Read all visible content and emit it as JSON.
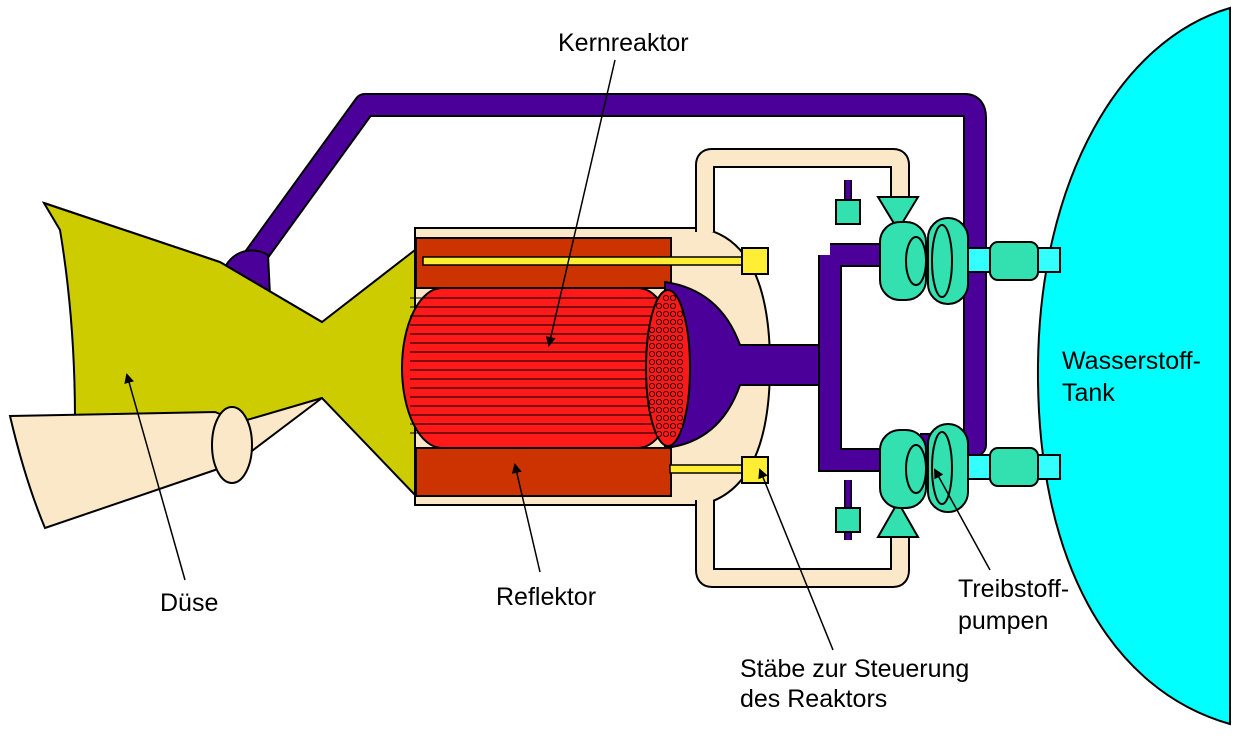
{
  "labels": {
    "kernreaktor": "Kernreaktor",
    "duese": "Düse",
    "reflektor": "Reflektor",
    "staebe_line1": "Stäbe zur Steuerung",
    "staebe_line2": "des Reaktors",
    "treibstoff_line1": "Treibstoff-",
    "treibstoff_line2": "pumpen",
    "tank_line1": "Wasserstoff-",
    "tank_line2": "Tank"
  },
  "colors": {
    "nozzle": "#cccc00",
    "exhaust": "#fbe8c8",
    "core": "#ff1a1a",
    "reflector": "#cc3300",
    "pipe": "#4b0099",
    "pump": "#33e0b0",
    "tank": "#00ffff",
    "rod": "#ffee33",
    "housing": "#fbe8c8"
  }
}
